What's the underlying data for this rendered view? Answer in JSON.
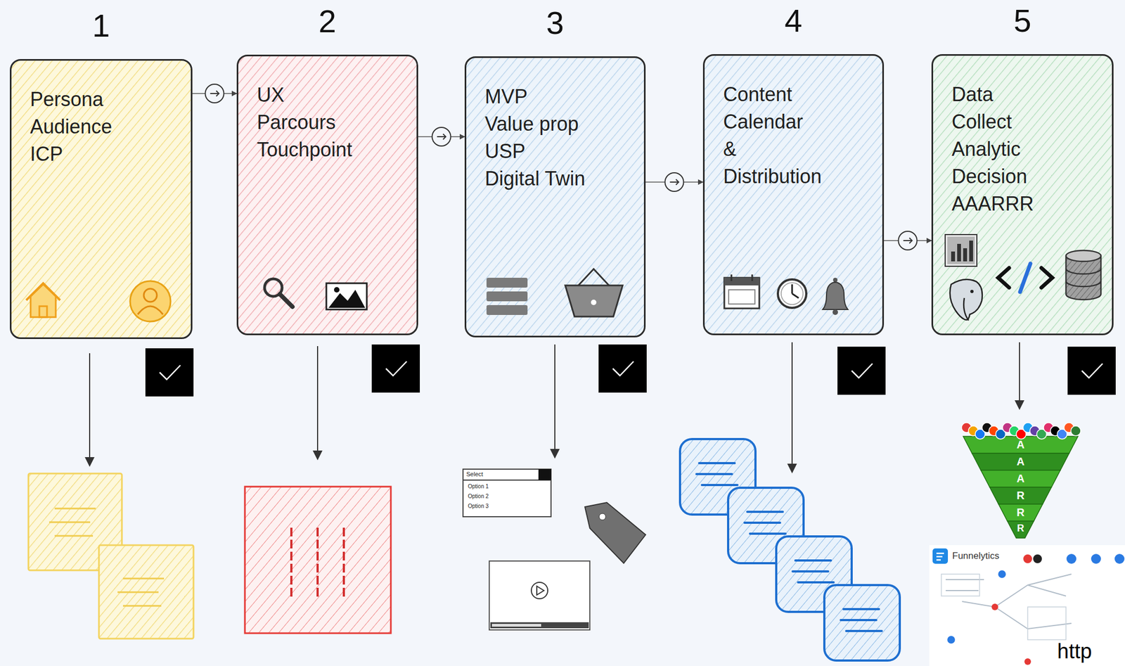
{
  "diagram": {
    "nodes": [
      {
        "text": [
          "1",
          "Persona",
          "Audience",
          "ICP"
        ]
      },
      {
        "text": [
          "2",
          "UX",
          "Parcours",
          "Touchpoint"
        ]
      },
      {
        "text": [
          "3",
          "MVP",
          "Value prop",
          "USP",
          "Digital Twin"
        ]
      },
      {
        "text": [
          "4",
          "Content",
          "Calendar",
          "&",
          "Distribution"
        ]
      },
      {
        "text": [
          "5",
          "Data",
          "Collect",
          "Analytic",
          "Decision",
          "AAARRR"
        ]
      }
    ],
    "edges": [
      {
        "from": 0,
        "to": 1,
        "arrow": "to"
      },
      {
        "from": 1,
        "to": 2,
        "arrow": "to"
      },
      {
        "from": 2,
        "to": 3,
        "arrow": "to"
      },
      {
        "from": 3,
        "to": 4,
        "arrow": "to"
      }
    ],
    "labels": [
      "Select",
      "Option 1",
      "Option 2",
      "Option 3",
      "A",
      "A",
      "A",
      "R",
      "R",
      "R",
      "Funnelytics",
      "http"
    ]
  }
}
